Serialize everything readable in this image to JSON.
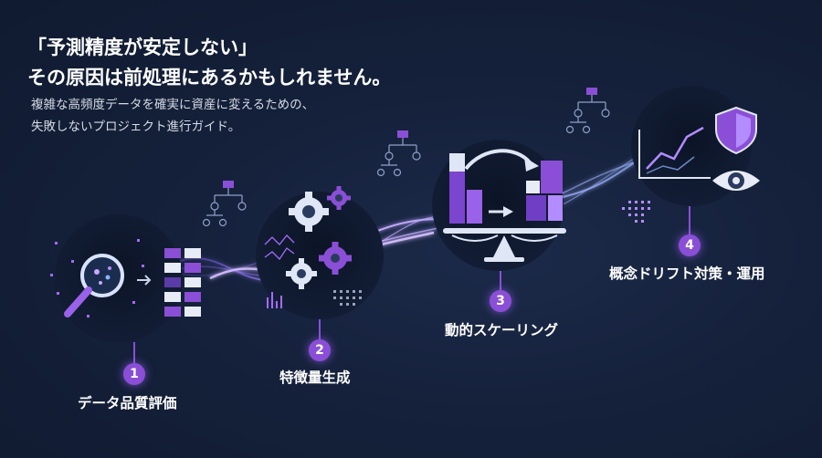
{
  "headline": {
    "line1": "「予測精度が安定しない」",
    "line2": "その原因は前処理にあるかもしれません。"
  },
  "subtitle": {
    "line1": "複雑な高頻度データを確実に資産に変えるための、",
    "line2": "失敗しないプロジェクト進行ガイド。"
  },
  "steps": [
    {
      "number": "1",
      "label": "データ品質評価"
    },
    {
      "number": "2",
      "label": "特徴量生成"
    },
    {
      "number": "3",
      "label": "動的スケーリング"
    },
    {
      "number": "4",
      "label": "概念ドリフト対策・運用"
    }
  ],
  "colors": {
    "accent": "#8a4fd6",
    "glow": "#b38cff",
    "background": "#15213b"
  },
  "icons": [
    "magnifier-icon",
    "gear-icon",
    "balance-scale-icon",
    "shield-icon",
    "eye-icon",
    "tree-diagram-icon",
    "trend-chart-icon"
  ]
}
